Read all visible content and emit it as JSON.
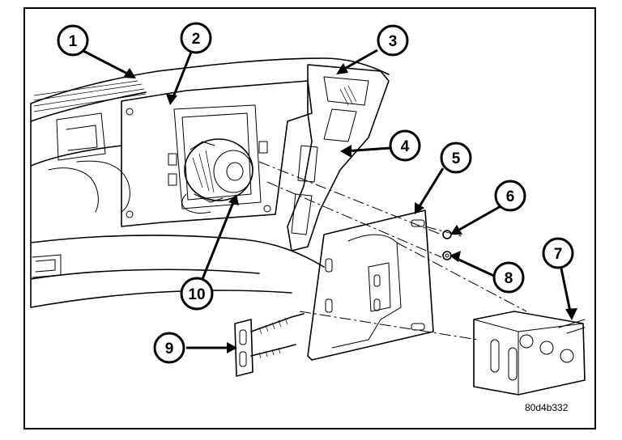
{
  "figure": {
    "code": "80d4b332",
    "callouts": [
      {
        "label": "1"
      },
      {
        "label": "2"
      },
      {
        "label": "3"
      },
      {
        "label": "4"
      },
      {
        "label": "5"
      },
      {
        "label": "6"
      },
      {
        "label": "7"
      },
      {
        "label": "8"
      },
      {
        "label": "9"
      },
      {
        "label": "10"
      }
    ]
  },
  "colors": {
    "ink": "#000000",
    "paper": "#ffffff"
  }
}
